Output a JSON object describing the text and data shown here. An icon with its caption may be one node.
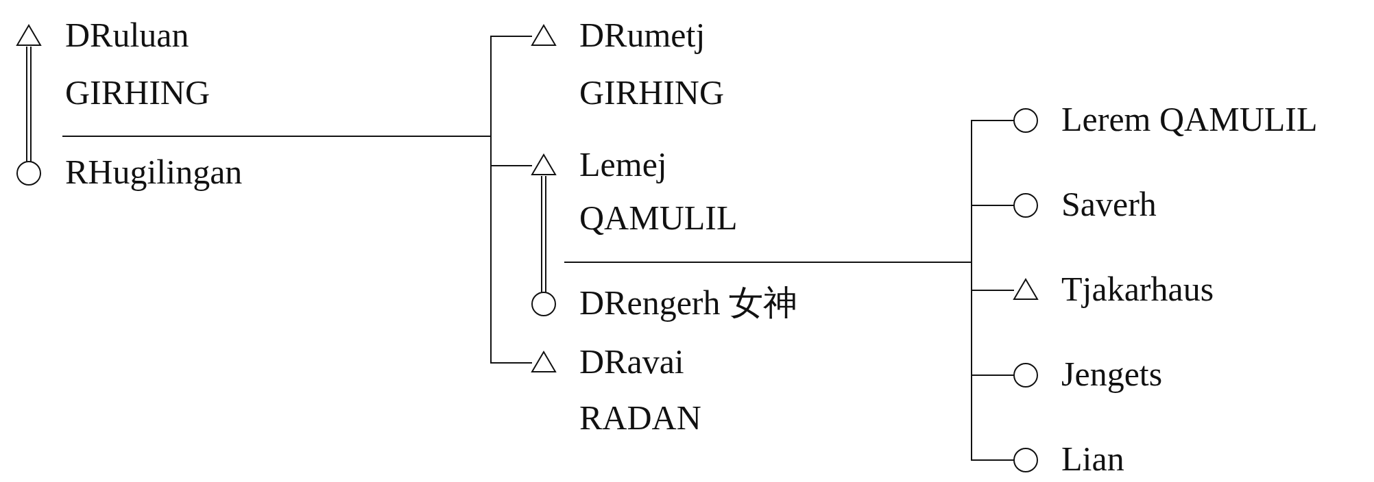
{
  "diagram": {
    "nodes": [
      {
        "text": [],
        "shape": "triangle",
        "beside": [
          "DRuluan",
          "GIRHING"
        ]
      },
      {
        "text": [],
        "shape": "circle",
        "beside": [
          "RHugilingan"
        ]
      },
      {
        "text": [],
        "shape": "triangle",
        "beside": [
          "DRumetj",
          "GIRHING"
        ]
      },
      {
        "text": [],
        "shape": "triangle",
        "beside": [
          "Lemej",
          "QAMULIL"
        ]
      },
      {
        "text": [],
        "shape": "circle",
        "beside": [
          "DRengerh 女神"
        ]
      },
      {
        "text": [],
        "shape": "triangle",
        "beside": [
          "DRavai",
          "RADAN"
        ]
      },
      {
        "text": [],
        "shape": "circle",
        "beside": [
          "Lerem QAMULIL"
        ]
      },
      {
        "text": [],
        "shape": "circle",
        "beside": [
          "Saverh"
        ]
      },
      {
        "text": [],
        "shape": "triangle",
        "beside": [
          "Tjakarhaus"
        ]
      },
      {
        "text": [],
        "shape": "circle",
        "beside": [
          "Jengets"
        ]
      },
      {
        "text": [],
        "shape": "circle",
        "beside": [
          "Lian"
        ]
      }
    ],
    "edges": [
      {
        "from": 0,
        "to": 1,
        "arrow": "none"
      },
      {
        "from": null,
        "to": 2,
        "arrow": "none"
      },
      {
        "from": null,
        "to": 3,
        "arrow": "none"
      },
      {
        "from": null,
        "to": 5,
        "arrow": "none"
      },
      {
        "from": 3,
        "to": 4,
        "arrow": "none"
      },
      {
        "from": null,
        "to": 6,
        "arrow": "none"
      },
      {
        "from": null,
        "to": 7,
        "arrow": "none"
      },
      {
        "from": null,
        "to": 8,
        "arrow": "none"
      },
      {
        "from": null,
        "to": 9,
        "arrow": "none"
      },
      {
        "from": null,
        "to": 10,
        "arrow": "none"
      }
    ]
  }
}
